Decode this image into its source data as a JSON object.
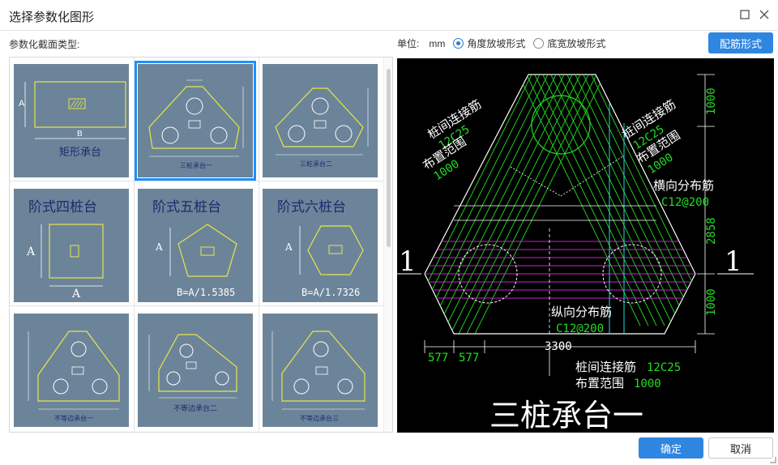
{
  "window": {
    "title": "选择参数化图形"
  },
  "left": {
    "section_label": "参数化截面类型:"
  },
  "units": {
    "label": "单位:",
    "value": "mm",
    "option1": "角度放坡形式",
    "option2": "底宽放坡形式",
    "selected": 1
  },
  "buttons": {
    "rebar_form": "配筋形式",
    "ok": "确定",
    "cancel": "取消"
  },
  "thumbnails": [
    {
      "caption": "矩形承台",
      "label_a": "A",
      "label_b": "B"
    },
    {
      "caption": "三桩承台一"
    },
    {
      "caption": "三桩承台二"
    },
    {
      "caption": "阶式四桩台",
      "label_a": "A",
      "label_b": "A"
    },
    {
      "caption": "阶式五桩台",
      "label_a": "A",
      "label_b": "B=A/1.5385"
    },
    {
      "caption": "阶式六桩台",
      "label_a": "A",
      "label_b": "B=A/1.7326"
    },
    {
      "caption": "不等边承台一"
    },
    {
      "caption": "不等边承台二"
    },
    {
      "caption": "不等边承台三"
    }
  ],
  "preview": {
    "title": "三桩承台一",
    "section_mark": "1",
    "rebar_left_label": "桩间连接筋",
    "rebar_left_value": "12C25",
    "range_left_label": "布置范围",
    "range_left_value": "1000",
    "rebar_right_label": "桩间连接筋",
    "rebar_right_value": "12C25",
    "range_right_label": "布置范围",
    "range_right_value": "1000",
    "transverse_label": "横向分布筋",
    "transverse_value": "C12@200",
    "longitudinal_label": "纵向分布筋",
    "longitudinal_value": "C12@200",
    "bottom_rebar_label": "桩间连接筋",
    "bottom_rebar_value": "12C25",
    "bottom_range_label": "布置范围",
    "bottom_range_value": "1000",
    "dim_top": "1000",
    "dim_mid": "2858",
    "dim_bottom": "1000",
    "dim_w1": "577",
    "dim_w2": "577",
    "dim_total": "3300"
  },
  "colors": {
    "accent": "#2f86e0",
    "thumb_bg": "#6c8499",
    "shape_yellow": "#e6e64a",
    "cad_green": "#22dd22",
    "cad_magenta": "#cc22cc",
    "cad_cyan": "#22dddd"
  }
}
